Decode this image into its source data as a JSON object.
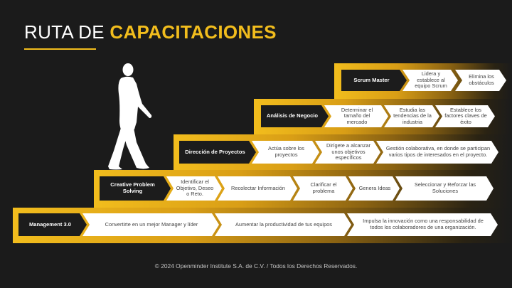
{
  "title": {
    "part1": "RUTA DE ",
    "part2": "CAPACITACIONES"
  },
  "steps": [
    {
      "label": "Scrum Master",
      "cells": [
        "Lidera y establece al equipo Scrum",
        "Elimina los obstáculos"
      ]
    },
    {
      "label": "Análisis de Negocio",
      "cells": [
        "Determinar el tamaño del mercado",
        "Estudia las tendencias de la industria",
        "Establece los factores claves de éxito"
      ]
    },
    {
      "label": "Dirección de Proyectos",
      "cells": [
        "Actúa sobre los proyectos",
        "Dirígete a alcanzar unos objetivos específicos",
        "Gestión colaborativa, en donde se participan varios tipos de interesados en el proyecto."
      ]
    },
    {
      "label": "Creative Problem Solving",
      "cells": [
        "Identificar el Objetivo, Deseo o Reto.",
        "Recolectar Información",
        "Clarificar el problema",
        "Genera Ideas",
        "Seleccionar y Reforzar las Soluciones"
      ]
    },
    {
      "label": "Management 3.0",
      "cells": [
        "Convertirte en un mejor Manager y líder",
        "Aumentar la productividad de tus equipos",
        "Impulsa la innovación como una responsabilidad de todos los colaboradores de una organización."
      ]
    }
  ],
  "footer": "© 2024 Openminder Institute S.A. de C.V. / Todos los Derechos Reservados.",
  "colors": {
    "accent": "#f2bd1d",
    "background": "#1b1b1b",
    "dark_label": "#1c1c1c"
  },
  "icons": [
    "walking-person-icon"
  ]
}
